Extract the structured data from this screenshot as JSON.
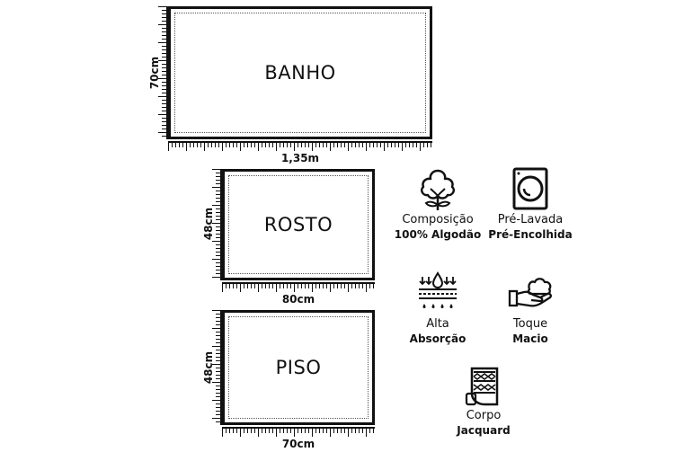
{
  "towels": {
    "banho": {
      "name": "BANHO",
      "width": "1,35m",
      "height": "70cm"
    },
    "rosto": {
      "name": "ROSTO",
      "width": "80cm",
      "height": "48cm"
    },
    "piso": {
      "name": "PISO",
      "width": "70cm",
      "height": "48cm"
    }
  },
  "features": {
    "composicao": {
      "line1": "Composição",
      "line2": "100% Algodão",
      "icon": "cotton-flower-icon"
    },
    "pre_lavada": {
      "line1": "Pré-Lavada",
      "line2": "Pré-Encolhida",
      "icon": "washing-machine-icon"
    },
    "absorcao": {
      "line1": "Alta",
      "line2": "Absorção",
      "icon": "water-absorption-icon"
    },
    "toque": {
      "line1": "Toque",
      "line2": "Macio",
      "icon": "hand-cloud-icon"
    },
    "corpo": {
      "line1": "Corpo",
      "line2": "Jacquard",
      "icon": "jacquard-towel-icon"
    }
  },
  "colors": {
    "ink": "#111111",
    "background": "#ffffff"
  }
}
